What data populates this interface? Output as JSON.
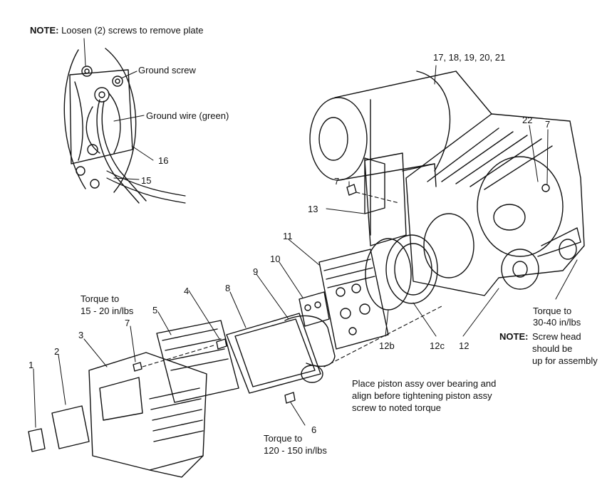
{
  "notes": {
    "top_prefix": "NOTE:",
    "top_text": "Loosen (2) screws to remove plate",
    "right_prefix": "NOTE:",
    "right_lines": [
      "Screw head",
      "should be",
      "up for assembly"
    ]
  },
  "callouts": {
    "ground_screw": "Ground screw",
    "ground_wire": "Ground wire (green)",
    "torque_5": [
      "Torque to",
      "15 - 20 in/lbs"
    ],
    "torque_6": [
      "Torque to",
      "120 - 150 in/lbs"
    ],
    "torque_12": [
      "Torque to",
      "30-40 in/lbs"
    ],
    "piston_note": [
      "Place piston assy over bearing and",
      "align before tightening piston assy",
      "screw to noted torque"
    ]
  },
  "part_numbers": {
    "p1": "1",
    "p2": "2",
    "p3": "3",
    "p4": "4",
    "p5": "5",
    "p6": "6",
    "p7a": "7",
    "p7b": "7",
    "p7c": "7",
    "p8": "8",
    "p9": "9",
    "p10": "10",
    "p11": "11",
    "p12": "12",
    "p12b": "12b",
    "p12c": "12c",
    "p13": "13",
    "p15": "15",
    "p16": "16",
    "p17_21": "17, 18, 19, 20, 21",
    "p22": "22"
  }
}
